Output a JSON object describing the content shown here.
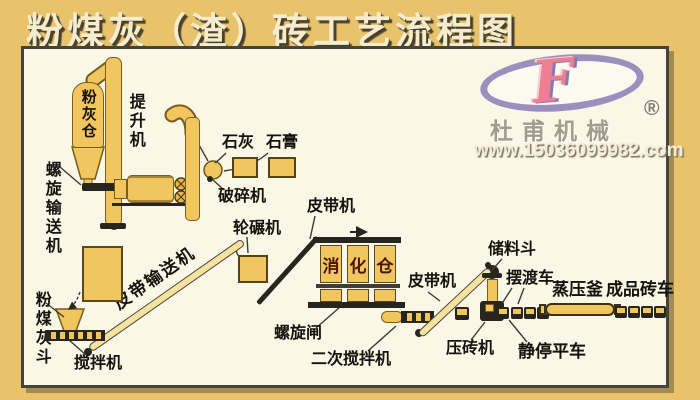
{
  "title": "粉煤灰（渣）砖工艺流程图",
  "logo": {
    "letter": "F",
    "registered": "®",
    "company": "杜甫机械",
    "website": "www.15036099982.com"
  },
  "equipment": {
    "ash_silo": "粉灰仓",
    "elevator": "提升机",
    "screw_conveyor": "螺旋输送机",
    "lime": "石灰",
    "gypsum": "石膏",
    "crusher": "破碎机",
    "wheel_mill": "轮碾机",
    "belt_conveyor_upper": "皮带机",
    "digestion_silo_chars": [
      "消",
      "化",
      "仓"
    ],
    "belt_conveyor_right": "皮带机",
    "screw_gate": "螺旋闸",
    "secondary_mixer": "二次搅拌机",
    "belt_conveyor_long": "皮带输送机",
    "fly_ash_hopper": "粉煤灰斗",
    "mixer": "搅拌机",
    "storage_hopper": "储料斗",
    "ferry_cart": "摆渡车",
    "brick_press": "压砖机",
    "static_curing_cart": "静停平车",
    "autoclave": "蒸压釜",
    "finished_brick_cart": "成品砖车"
  },
  "colors": {
    "background": "#e9c36c",
    "panel": "#fbf7e6",
    "equipment_fill": "#f1c65f",
    "equipment_outline": "#7a5c1c",
    "dark_parts": "#26251e",
    "title_text": "#f4eccd",
    "logo_ring": "#8175b1",
    "logo_letter": "#ee7f92",
    "digestion_char": "#4a150a"
  }
}
